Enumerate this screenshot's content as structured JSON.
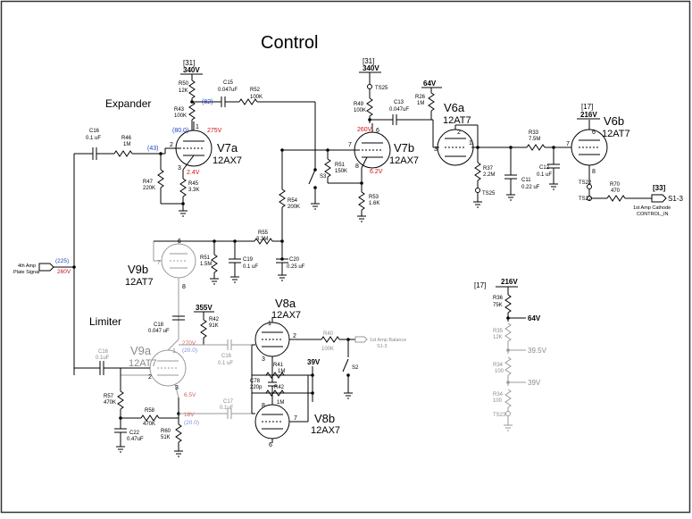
{
  "title": "Control",
  "sections": {
    "expander": "Expander",
    "limiter": "Limiter"
  },
  "tubes": {
    "v7a": {
      "name": "V7a",
      "type": "12AX7"
    },
    "v7b": {
      "name": "V7b",
      "type": "12AX7"
    },
    "v6a": {
      "name": "V6a",
      "type": "12AT7"
    },
    "v6b": {
      "name": "V6b",
      "type": "12AT7"
    },
    "v9b": {
      "name": "V9b",
      "type": "12AT7"
    },
    "v9a": {
      "name": "V9a",
      "type": "12AT7"
    },
    "v8a": {
      "name": "V8a",
      "type": "12AX7"
    },
    "v8b": {
      "name": "V8b",
      "type": "12AX7"
    }
  },
  "rails": {
    "r340a_ref": "[31]",
    "r340a_v": "340V",
    "r340b_ref": "[31]",
    "r340b_v": "340V",
    "r64_v": "64V",
    "r216a_ref": "[17]",
    "r216a_v": "216V",
    "r216b_ref": "[17]",
    "r216b_v": "216V",
    "r355_v": "355V",
    "div_64": "64V",
    "div_395": "39.5V",
    "div_39": "39V",
    "v39_v": "39V"
  },
  "components": {
    "r50": "R50",
    "r50v": "12K",
    "r43": "R43",
    "r43v": "100K",
    "c15": "C15",
    "c15v": "0.047uF",
    "r52": "R52",
    "r52v": "100K",
    "c16": "C16",
    "c16v": "0.1 uF",
    "r46": "R46",
    "r46v": "1M",
    "r47": "R47",
    "r47v": "220K",
    "r45": "R45",
    "r45v": "3.3K",
    "r49": "R49",
    "r49v": "100K",
    "c13": "C13",
    "c13v": "0.047uF",
    "r26": "R26",
    "r26v": "1M",
    "r51": "R51",
    "r51v": "150K",
    "r53": "R53",
    "r53v": "1.6K",
    "r37": "R37",
    "r37v": "2.2M",
    "r33": "R33",
    "r33v": "7.5M",
    "c11": "C11",
    "c11v": "0.22 uF",
    "c12": "C12",
    "c12v": "0.1 uF",
    "r70": "R70",
    "r70v": "470",
    "r54": "R54",
    "r54v": "200K",
    "r55": "R55",
    "r55v": "3.3M",
    "r51b": "R51",
    "r51bv": "1.5M",
    "c19": "C19",
    "c19v": "0.1 uF",
    "c20": "C20",
    "c20v": "0.25 uF",
    "c18": "C18",
    "c18v": "0.047 uF",
    "r42": "R42",
    "r42v": "91K",
    "c16b": "C16",
    "c16bv": "0.1 uF",
    "c16c": "C16",
    "c16cv": "0.1uF",
    "r40": "R40",
    "r40v": "100K",
    "r41": "R41",
    "r41v": "1M",
    "c78": "C78",
    "c78v": "220p",
    "r42b": "R42",
    "r42bv": "1M",
    "c17": "C17",
    "c17v": "0.1uF",
    "r57": "R57",
    "r57v": "470K",
    "r58": "R58",
    "r58v": "470K",
    "c22": "C22",
    "c22v": "0.47uF",
    "r60": "R60",
    "r60v": "51K",
    "r36": "R36",
    "r36v": "75K",
    "r35": "R35",
    "r35v": "12K",
    "r34": "R34",
    "r34v": "100",
    "r34b": "R34",
    "r34bv": "100",
    "s3": "S3",
    "s2": "S2",
    "ts25a": "TS25",
    "ts25b": "TS25",
    "ts22a": "TS22",
    "ts22b": "TS22",
    "ts23": "TS23"
  },
  "voltages": {
    "v82": "(82)",
    "v800": "(80.0)",
    "v275": "275V",
    "v43": "(43)",
    "v24": "2.4V",
    "v260": "260V",
    "v62": "6.2V",
    "v225": "(225)",
    "v260b": "260V",
    "v270": "270V",
    "v200": "(20.0)",
    "v65": "6.5V",
    "v18": "18V",
    "v200b": "(20.0)"
  },
  "pins": {
    "p7a_2": "2",
    "p7a_1": "1",
    "p7a_3": "3",
    "p7b_7": "7",
    "p7b_6": "6",
    "p7b_8": "8",
    "p6a_3": "3",
    "p6a_2": "2",
    "p6a_1": "1",
    "p6b_7": "7",
    "p6b_6": "6",
    "p6b_8": "8",
    "p9b_6": "6",
    "p9b_7": "7",
    "p9b_8": "8",
    "p9a_1": "1",
    "p9a_2": "2",
    "p9a_3": "3",
    "p8a_1": "1",
    "p8a_2": "2",
    "p8a_3": "3",
    "p8b_8": "8",
    "p8b_7": "7",
    "p8b_6": "6"
  },
  "connectors": {
    "in_label1": "4th Amp",
    "in_label2": "Plate Signal",
    "out_ref": "[33]",
    "out_name": "S1-3",
    "out_desc1": "1st Amp Cathode",
    "out_desc2": "CONTROL_IN",
    "bal_desc1": "1st Amp Balance",
    "bal_desc2": "S1-3"
  }
}
